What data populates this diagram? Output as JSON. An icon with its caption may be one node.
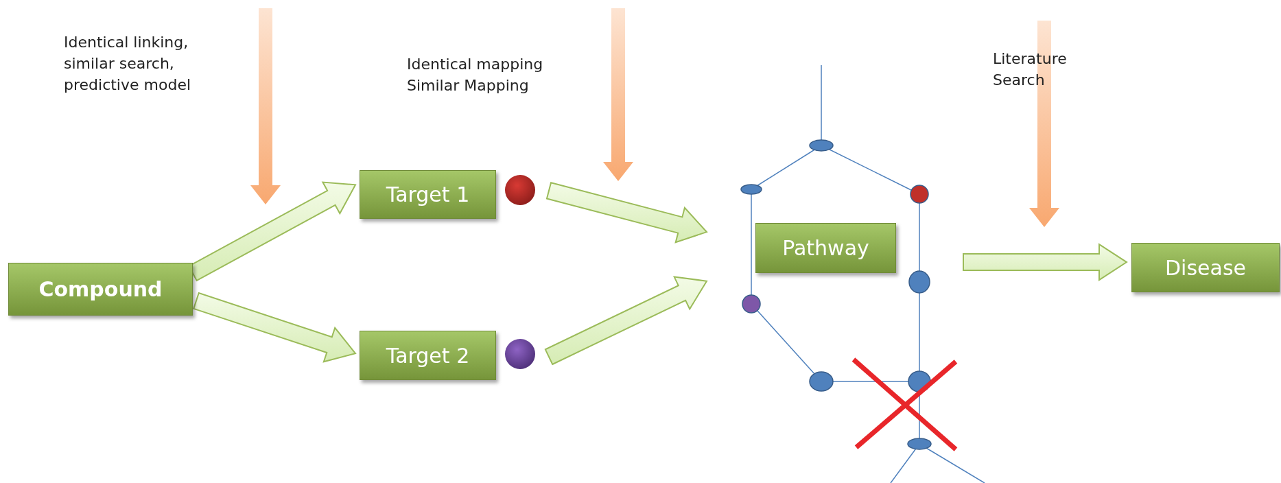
{
  "diagram": {
    "nodes": [
      {
        "text": [
          "Compound"
        ]
      },
      {
        "text": [
          "Target 1"
        ]
      },
      {
        "text": [
          "Target 2"
        ]
      },
      {
        "text": [
          "Pathway"
        ]
      },
      {
        "text": [
          "Disease"
        ]
      }
    ],
    "edges": [
      {
        "from": 0,
        "to": 1,
        "arrow": "to"
      },
      {
        "from": 0,
        "to": 2,
        "arrow": "to"
      },
      {
        "from": 1,
        "to": 3,
        "arrow": "to"
      },
      {
        "from": 2,
        "to": 3,
        "arrow": "to"
      },
      {
        "from": 3,
        "to": 4,
        "arrow": "to"
      }
    ],
    "labels": [
      "Identical linking, similar search, predictive model",
      "Identical mapping Similar Mapping",
      "Literature Search"
    ]
  }
}
